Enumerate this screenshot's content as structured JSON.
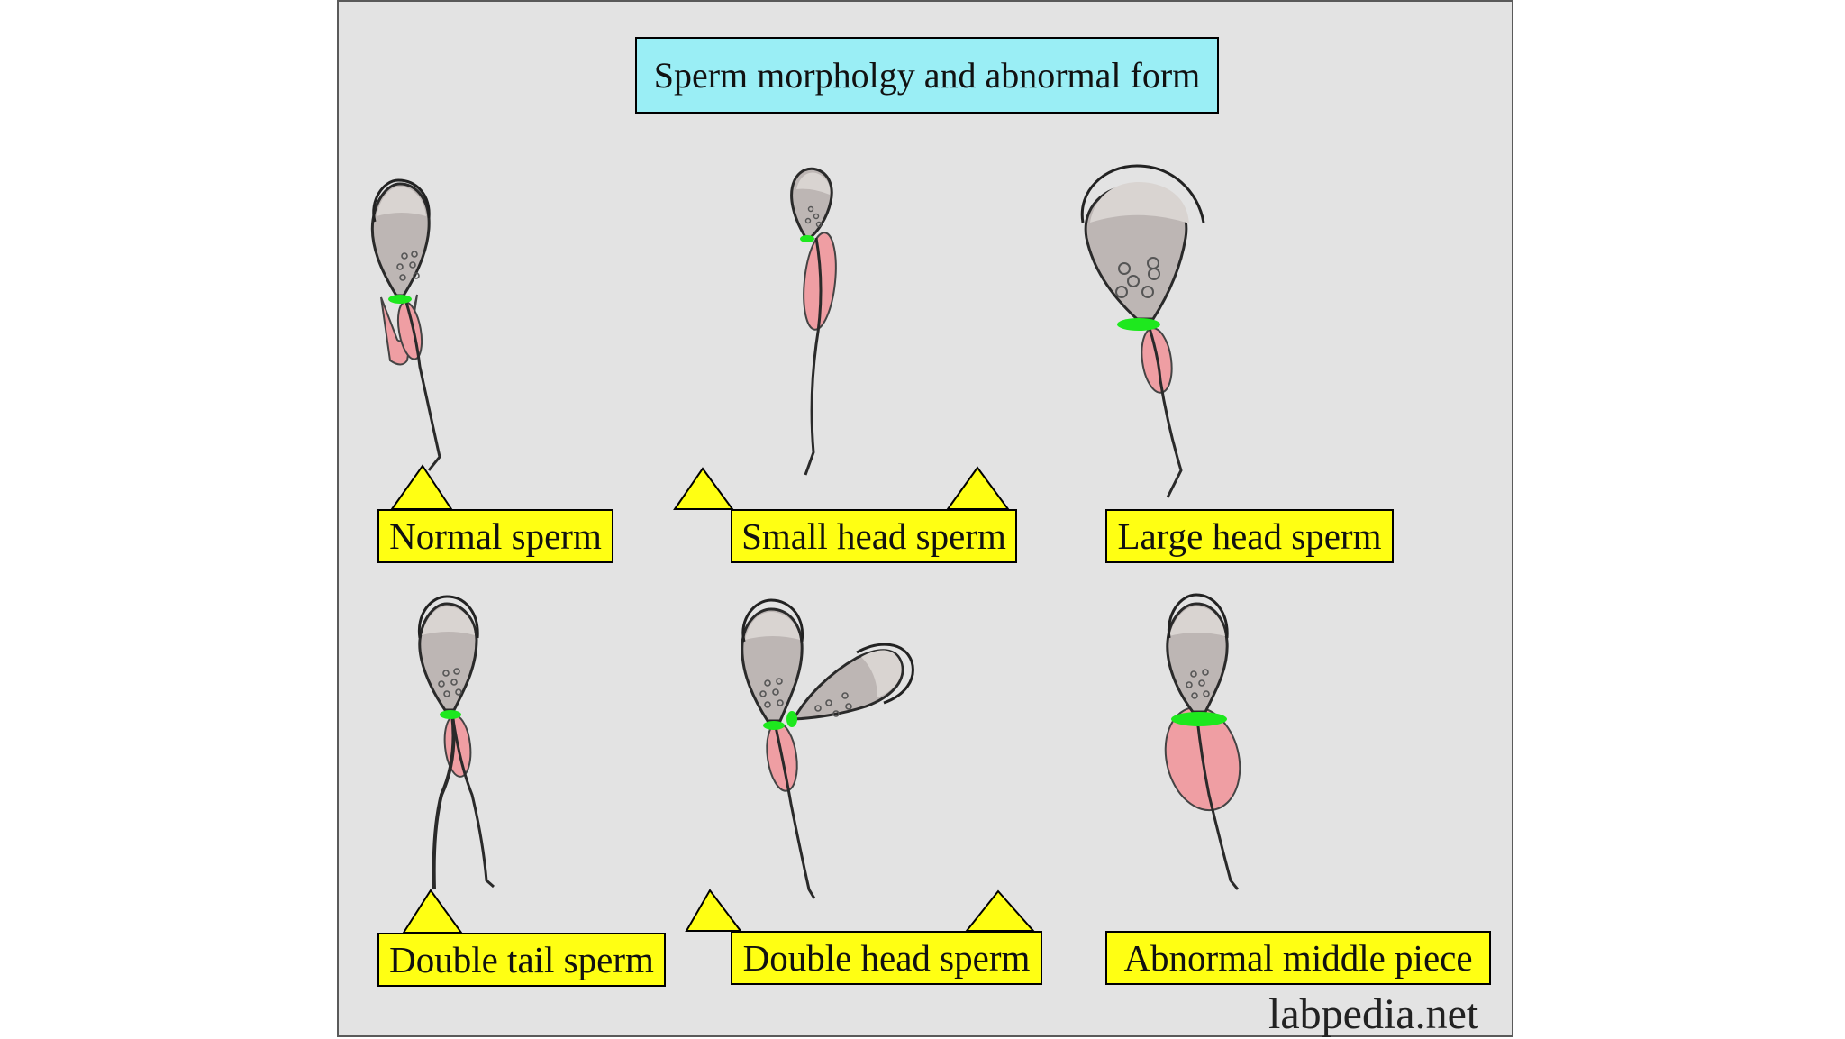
{
  "title": "Sperm morpholgy and abnormal form",
  "labels": {
    "normal": "Normal sperm",
    "small_head": "Small head sperm",
    "large_head": "Large head sperm",
    "double_tail": "Double tail sperm",
    "double_head": "Double head sperm",
    "abnormal_middle": "Abnormal middle piece"
  },
  "watermark": "labpedia.net",
  "colors": {
    "panel": "#e3e3e3",
    "title_box": "#9aeef5",
    "label_box": "#ffff13",
    "head": "#bdb6b4",
    "acrosome": "#d9d4d1",
    "midpiece": "#ef9ea3",
    "neck": "#1ee81e",
    "outline": "#2a2a2a"
  }
}
